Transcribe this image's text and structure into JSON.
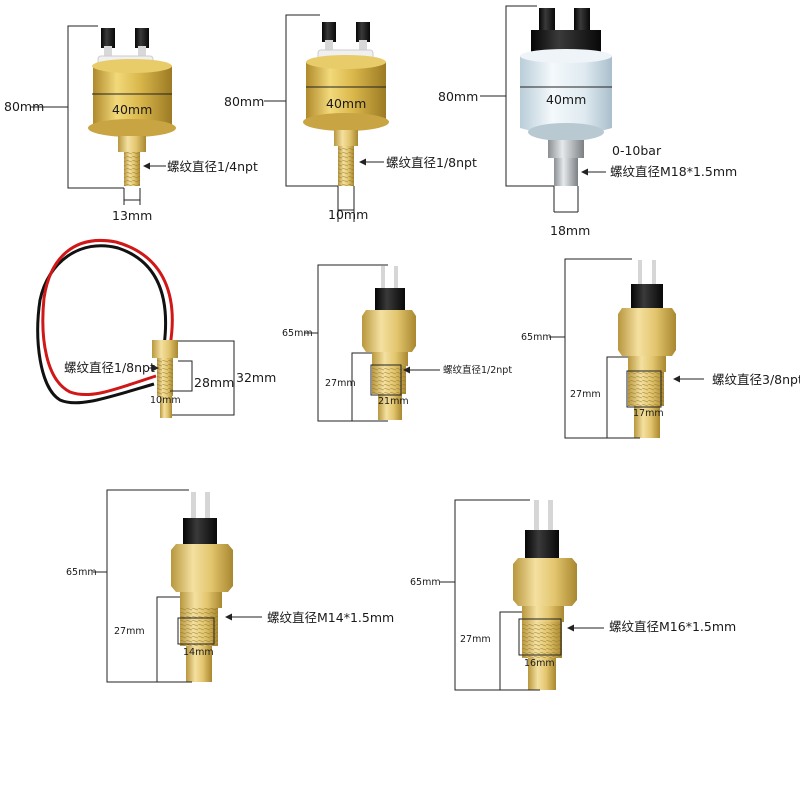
{
  "colors": {
    "gold": "#d9b64a",
    "gold_dark": "#a4822a",
    "brass": "#e2c56e",
    "brass_dark": "#b0913c",
    "white_body": "#dfeaf0",
    "black_cap": "#1c1c1c",
    "wire_red": "#d01818",
    "wire_black": "#111111"
  },
  "sensors": [
    {
      "id": "s1",
      "height": "80mm",
      "diameter": "40mm",
      "thread": "螺纹直径1/4npt",
      "base": "13mm"
    },
    {
      "id": "s2",
      "height": "80mm",
      "diameter": "40mm",
      "thread": "螺纹直径1/8npt",
      "base": "10mm"
    },
    {
      "id": "s3",
      "height": "80mm",
      "diameter": "40mm",
      "range": "0-10bar",
      "thread": "螺纹直径M18*1.5mm",
      "base": "18mm"
    },
    {
      "id": "s4",
      "thread": "螺纹直径1/8npt",
      "base": "10mm",
      "thread_len": "28mm",
      "total": "32mm"
    },
    {
      "id": "s5",
      "total": "65mm",
      "thread_len": "27mm",
      "thread": "螺纹直径1/2npt",
      "base": "21mm"
    },
    {
      "id": "s6",
      "total": "65mm",
      "thread_len": "27mm",
      "thread": "螺纹直径3/8npt",
      "base": "17mm"
    },
    {
      "id": "s7",
      "total": "65mm",
      "thread_len": "27mm",
      "thread": "螺纹直径M14*1.5mm",
      "base": "14mm"
    },
    {
      "id": "s8",
      "total": "65mm",
      "thread_len": "27mm",
      "thread": "螺纹直径M16*1.5mm",
      "base": "16mm"
    }
  ]
}
